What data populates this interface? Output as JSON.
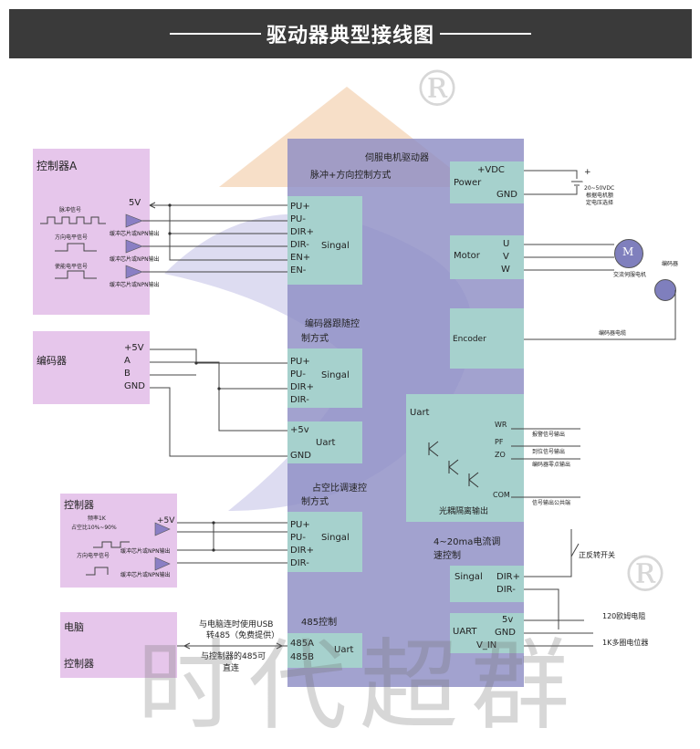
{
  "title": "驱动器典型接线图",
  "driver": {
    "label": "伺服电机驱动器",
    "pulse_section": "脉冲+方向控制方式",
    "pulse_pins": [
      "PU+",
      "PU-",
      "DIR+",
      "DIR-",
      "EN+",
      "EN-"
    ],
    "singal": "Singal",
    "encoder_section": [
      "编码器跟随控",
      "制方式"
    ],
    "encoder_pins": [
      "PU+",
      "PU-",
      "DIR+",
      "DIR-"
    ],
    "uart_small": "Uart",
    "uart_pins": [
      "+5v",
      "GND"
    ],
    "duty_section": [
      "占空比调速控",
      "制方式"
    ],
    "duty_pins": [
      "PU+",
      "PU-",
      "DIR+",
      "DIR-"
    ],
    "rs485_section": "485控制",
    "rs485_pins": [
      "485A",
      "485B"
    ],
    "rs485_uart": "Uart",
    "power": {
      "label": "Power",
      "vdc": "+VDC",
      "gnd": "GND"
    },
    "motor": {
      "label": "Motor",
      "pins": [
        "U",
        "V",
        "W"
      ]
    },
    "encoder_block": "Encoder",
    "uart_block": {
      "label": "Uart",
      "signals": [
        "WR",
        "PF",
        "ZO",
        "COM"
      ],
      "caption": "光耦隔离输出"
    },
    "current_section": [
      "4~20ma电流调",
      "速控制"
    ],
    "current_singal": "Singal",
    "current_pins": [
      "DIR+",
      "DIR-"
    ],
    "current_uart": {
      "label": "UART",
      "pins": [
        "5v",
        "GND",
        "V_IN"
      ]
    }
  },
  "controller_a": {
    "title": "控制器A",
    "v5": "5V",
    "labels": [
      "脉冲信号",
      "方向电平信号",
      "使能电平信号"
    ],
    "buffer_text": "缓冲芯片或NPN输出"
  },
  "encoder_box": {
    "title": "编码器",
    "pins": [
      "+5V",
      "A",
      "B",
      "GND"
    ]
  },
  "controller_b": {
    "title": "控制器",
    "v5": "+5V",
    "freq": "频率1K",
    "duty": "占空比10%~90%",
    "dir_label": "方向电平信号",
    "buffer_text": "缓冲芯片或NPN输出"
  },
  "pc_box": {
    "label1": "电脑",
    "label2": "控制器"
  },
  "notes": {
    "usb1": "与电脑连时使用USB",
    "usb2": "转485（免费提供）",
    "direct1": "与控制器的485可",
    "direct2": "直连"
  },
  "power_note": [
    "20~50VDC",
    "根据电机额",
    "定电压选择"
  ],
  "motor_note": {
    "m": "M",
    "ac": "交流伺服电机",
    "enc": "编码器"
  },
  "encoder_cable": "编码器电缆",
  "outputs": [
    "报警信号输出",
    "到位信号输出",
    "编码器零点输出",
    "信号输出公共端"
  ],
  "switch_label": "正反转开关",
  "resistor": "120欧姆电阻",
  "pot": "1K多圈电位器",
  "plus_sign": "+",
  "minus_sign": "−",
  "watermark": "时代超群",
  "registered": "®",
  "colors": {
    "header": "#3a3a3a",
    "pink": "#e6c6eb",
    "driver": "#8e8ec4",
    "teal": "#a6d1cd",
    "triangle": "#8a7fc4"
  }
}
